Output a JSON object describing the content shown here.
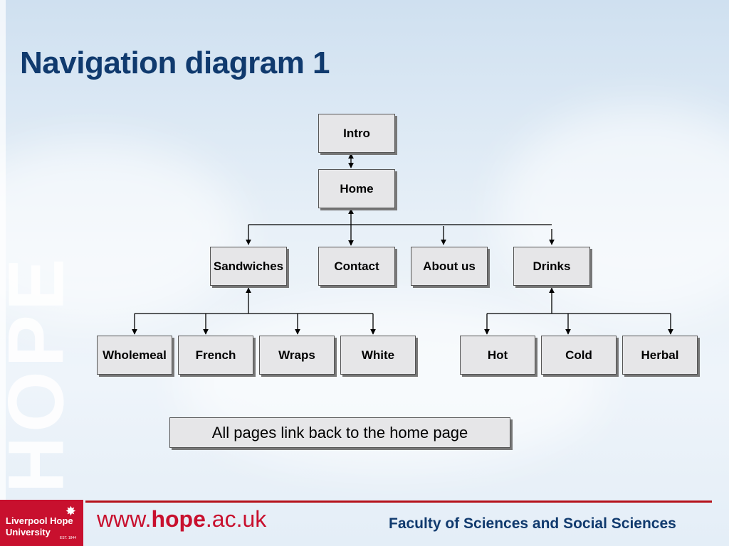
{
  "slide": {
    "title": "Navigation diagram 1",
    "watermark": "HOPE"
  },
  "diagram": {
    "nodes": {
      "intro": "Intro",
      "home": "Home",
      "sandwiches": "Sandwiches",
      "contact": "Contact",
      "about": "About us",
      "drinks": "Drinks",
      "wholemeal": "Wholemeal",
      "french": "French",
      "wraps": "Wraps",
      "white": "White",
      "hot": "Hot",
      "cold": "Cold",
      "herbal": "Herbal"
    },
    "note": "All pages link back to the home page"
  },
  "footer": {
    "logo_line1": "Liverpool Hope",
    "logo_line2": "University",
    "logo_est": "EST. 1844",
    "url_prefix": "www.",
    "url_bold": "hope",
    "url_suffix": ".ac.uk",
    "faculty": "Faculty of Sciences and Social Sciences"
  },
  "colors": {
    "title": "#103a6e",
    "brand_red": "#c8102e",
    "box_fill": "#e6e6e8"
  }
}
